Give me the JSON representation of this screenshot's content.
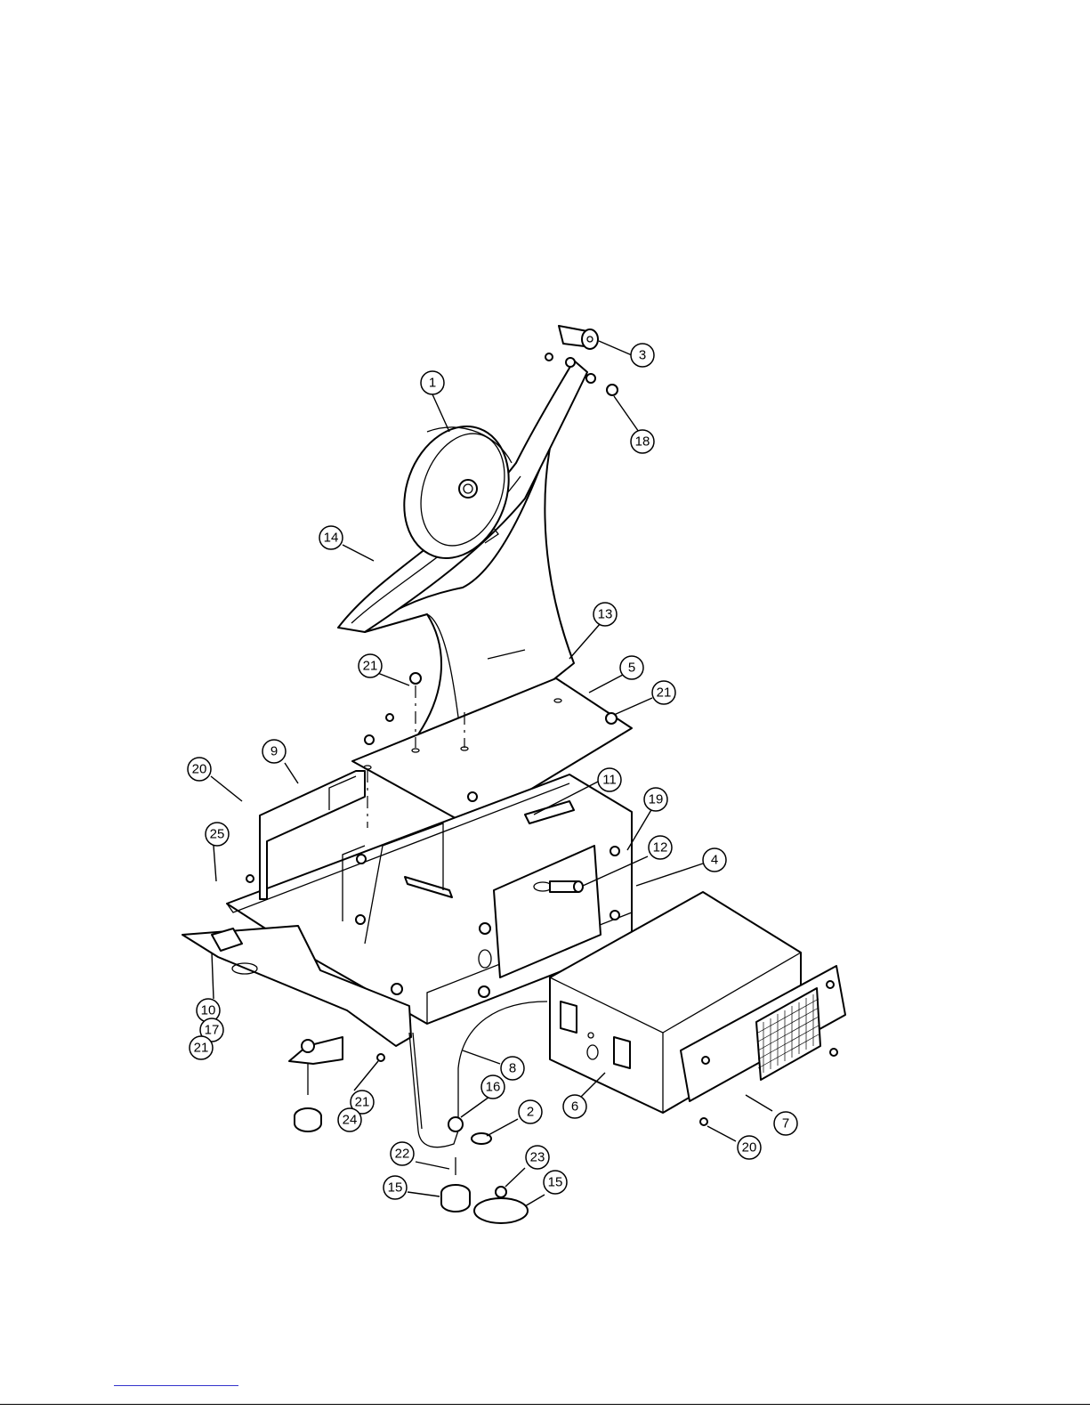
{
  "callouts": [
    {
      "id": "c1",
      "label": "1"
    },
    {
      "id": "c3",
      "label": "3"
    },
    {
      "id": "c18",
      "label": "18"
    },
    {
      "id": "c14",
      "label": "14"
    },
    {
      "id": "c13",
      "label": "13"
    },
    {
      "id": "c5",
      "label": "5"
    },
    {
      "id": "c21a",
      "label": "21"
    },
    {
      "id": "c21b",
      "label": "21"
    },
    {
      "id": "c9",
      "label": "9"
    },
    {
      "id": "c20a",
      "label": "20"
    },
    {
      "id": "c11",
      "label": "11"
    },
    {
      "id": "c19",
      "label": "19"
    },
    {
      "id": "c25",
      "label": "25"
    },
    {
      "id": "c12",
      "label": "12"
    },
    {
      "id": "c4",
      "label": "4"
    },
    {
      "id": "c8",
      "label": "8"
    },
    {
      "id": "c16",
      "label": "16"
    },
    {
      "id": "c2",
      "label": "2"
    },
    {
      "id": "c6",
      "label": "6"
    },
    {
      "id": "c7",
      "label": "7"
    },
    {
      "id": "c20b",
      "label": "20"
    },
    {
      "id": "c22",
      "label": "22"
    },
    {
      "id": "c23",
      "label": "23"
    },
    {
      "id": "c15a",
      "label": "15"
    },
    {
      "id": "c15b",
      "label": "15"
    }
  ],
  "labels": {
    "l10": "10",
    "l17": "17",
    "l21c": "21",
    "l21d": "21",
    "l24": "24"
  }
}
